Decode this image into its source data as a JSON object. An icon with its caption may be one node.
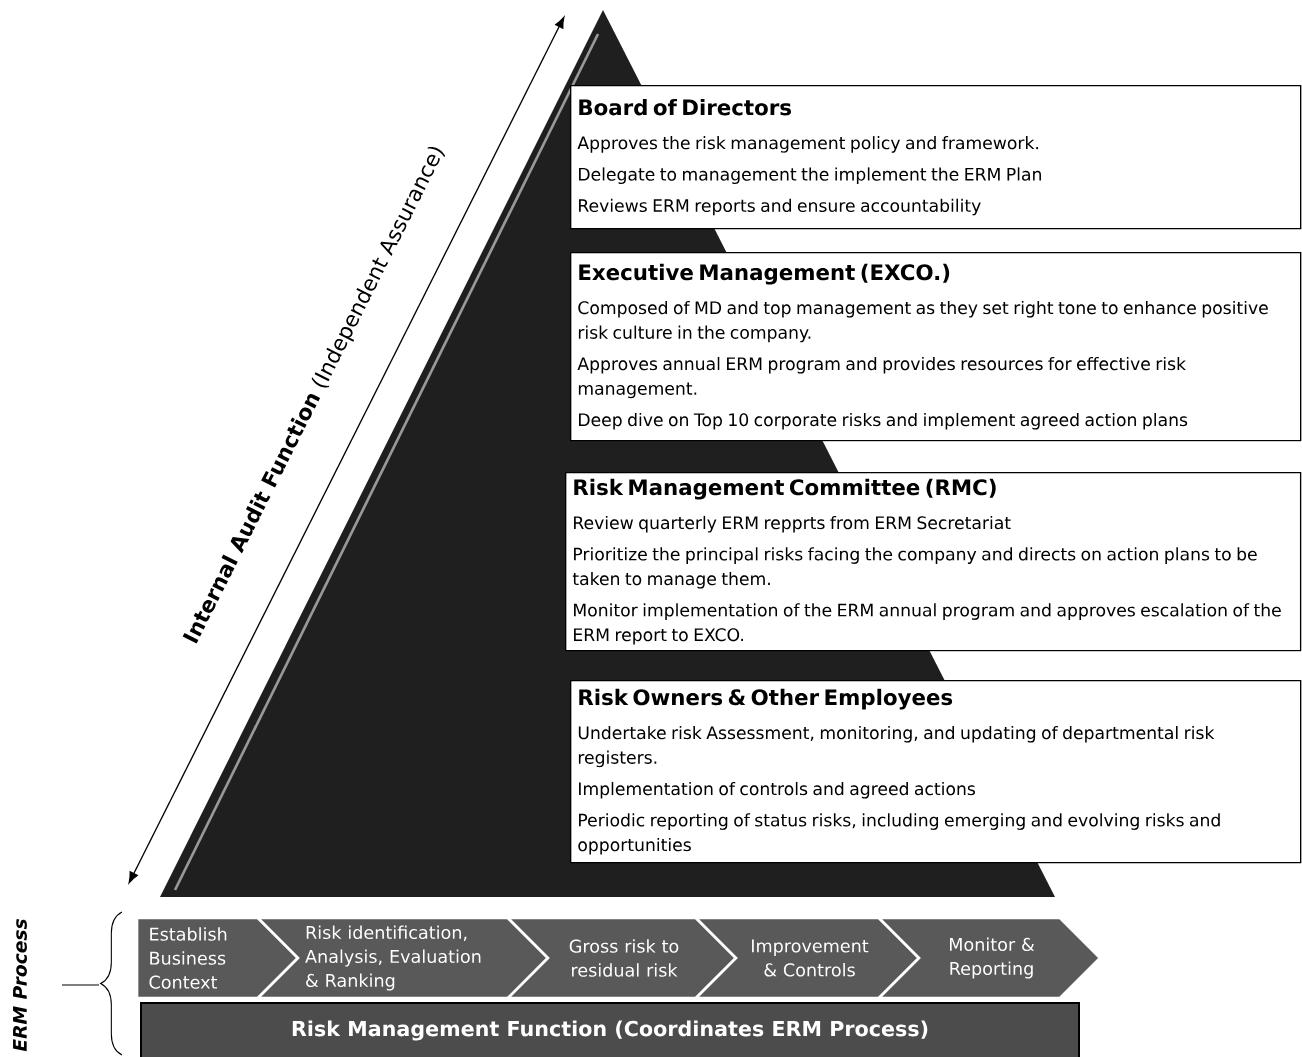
{
  "diagram": {
    "nodes": [
      {
        "text": [
          "Board of Directors",
          "Approves the risk management policy and framework.",
          "Delegate to management the implement the ERM Plan",
          "Reviews ERM reports and ensure accountability"
        ]
      },
      {
        "text": [
          "Executive Management (EXCO.)",
          "Composed of MD and top management as they set right tone to enhance positive risk culture in the company.",
          "Approves annual ERM program and provides resources for effective risk management.",
          "Deep dive on Top 10 corporate risks and implement agreed action plans"
        ]
      },
      {
        "text": [
          "Risk Management Committee (RMC)",
          "Review quarterly ERM repprts from ERM Secretariat",
          "Prioritize the principal risks facing the company and directs on action plans to be taken to manage them.",
          "Monitor implementation of the ERM annual program and approves escalation of the ERM report to EXCO."
        ]
      },
      {
        "text": [
          "Risk Owners & Other Employees",
          "Undertake risk Assessment, monitoring, and updating of departmental risk registers.",
          "Implementation of controls and agreed actions",
          "Periodic reporting of status risks, including emerging and evolving risks and opportunities"
        ]
      },
      {
        "text": [
          "Establish Business Context"
        ]
      },
      {
        "text": [
          "Risk identification, Analysis, Evaluation & Ranking"
        ]
      },
      {
        "text": [
          "Gross risk to residual risk"
        ]
      },
      {
        "text": [
          "Improvement & Controls"
        ]
      },
      {
        "text": [
          "Monitor & Reporting"
        ]
      },
      {
        "text": [
          "Risk Management Function (Coordinates ERM Process)"
        ]
      }
    ],
    "labels": [
      "**Internal Audit Function** (Independent Assurance)",
      "ERM Process"
    ]
  }
}
